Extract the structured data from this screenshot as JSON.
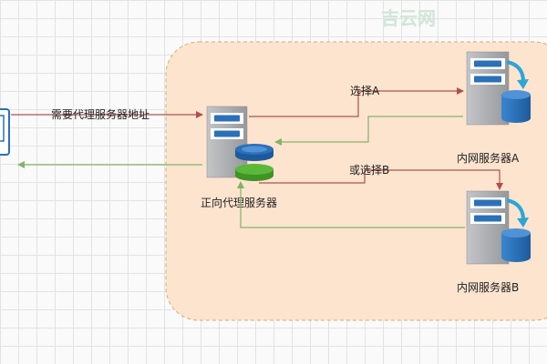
{
  "watermark": "吉云网",
  "labels": {
    "client_request": "需要代理服务器地址",
    "proxy_name": "正向代理服务器",
    "choice_a": "选择A",
    "choice_b": "或选择B",
    "server_a": "内网服务器A",
    "server_b": "内网服务器B"
  },
  "colors": {
    "background": "#fafafa",
    "grid": "#e3e3e3",
    "network_fill": "#fde4cf",
    "network_border": "#c9b27a",
    "request_arrow": "#b0504e",
    "response_arrow": "#82b366",
    "server_body": "#a7a9ac",
    "server_bay": "#2b70b8",
    "db_blue": "#2b70b8",
    "db_green": "#5cb83a"
  }
}
